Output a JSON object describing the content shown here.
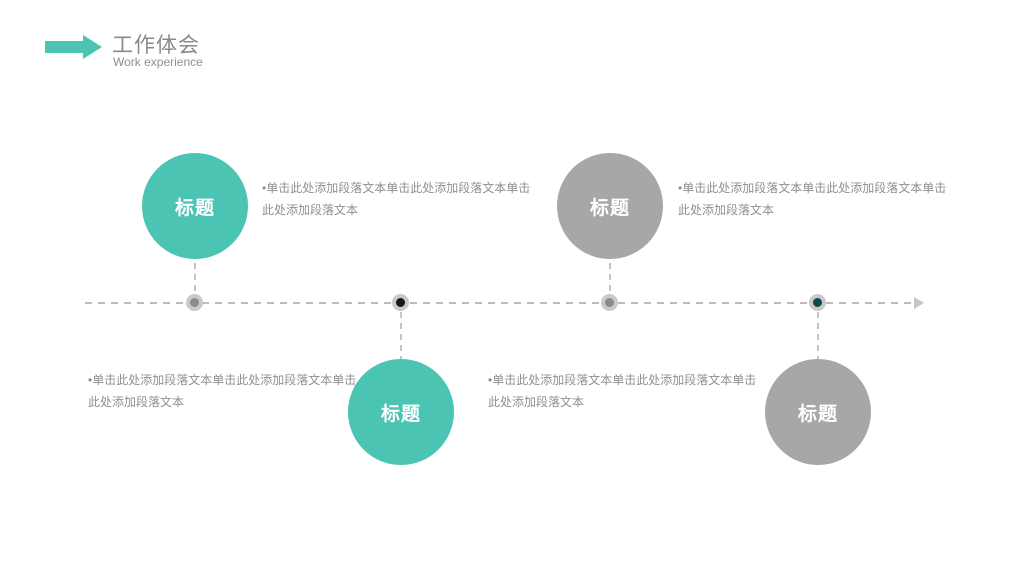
{
  "header": {
    "title": "工作体会",
    "subtitle": "Work experience"
  },
  "colors": {
    "teal": "#4cc4b4",
    "gray_circle": "#a7a7a7",
    "body_text": "#8f8f8f",
    "header_text": "#8a8a8a",
    "dash_line": "#bcbcbc",
    "node_ring": "#c9c9c9",
    "node_gray": "#8b8b8b",
    "node_black": "#161616",
    "node_dark_teal": "#11494c"
  },
  "timeline": {
    "direction": "left-to-right",
    "items": [
      {
        "title": "标题",
        "body": "•单击此处添加段落文本单击此处添加段落文本单击此处添加段落文本",
        "circle_position": "above-line",
        "circle_color": "teal",
        "node_color": "gray"
      },
      {
        "title": "标题",
        "body": "•单击此处添加段落文本单击此处添加段落文本单击此处添加段落文本",
        "circle_position": "below-line",
        "circle_color": "teal",
        "node_color": "black"
      },
      {
        "title": "标题",
        "body": "•单击此处添加段落文本单击此处添加段落文本单击此处添加段落文本",
        "circle_position": "above-line",
        "circle_color": "gray",
        "node_color": "gray"
      },
      {
        "title": "标题",
        "body": "•单击此处添加段落文本单击此处添加段落文本单击此处添加段落文本",
        "circle_position": "below-line",
        "circle_color": "gray",
        "node_color": "dark-teal"
      }
    ]
  }
}
